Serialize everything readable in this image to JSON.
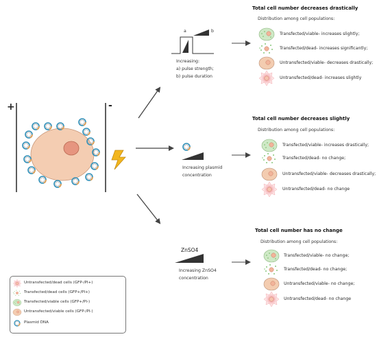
{
  "electrodes": {
    "plus": "+",
    "minus": "-"
  },
  "top": {
    "label_a": "a",
    "label_b": "b",
    "increasing": "Increasing:",
    "pulse_strength": "a) pulse strength;",
    "pulse_duration": "b) pulse duration",
    "heading": "Total cell number decreases drastically",
    "subheading": "Distribution among cell populations:",
    "rows": [
      "Transfected/viable- increases slightly;",
      "Transfected/dead- increases significantly;",
      "Untransfected/viable- decreases drastically;",
      "Untransfected/dead- increases slightly"
    ]
  },
  "middle": {
    "line1": "Increasing plasmid",
    "line2": "concentration",
    "heading": "Total cell number decreases slightly",
    "subheading": "Distribution among cell populations:",
    "rows": [
      "Transfected/viable- increases drastically;",
      "Transfected/dead- no change;",
      "Untransfected/viable- decreases drastically;",
      "Untransfected/dead- no change"
    ]
  },
  "bottom": {
    "znso4": "ZnSO4",
    "line1": "Increasing ZnSO4",
    "line2": "concentration",
    "heading": "Total cell number has no change",
    "subheading": "Distribution among cell populations:",
    "rows": [
      "Transfected/viable- no change;",
      "Transfected/dead- no change;",
      "Untransfected/viable- no change;",
      "Untransfected/dead- no change"
    ]
  },
  "legend": {
    "items": [
      "Untransfected/dead cells (GFP-/PI+)",
      "Transfected/dead cells (GFP+/PI+)",
      "Transfected/viable cells (GFP+/PI-)",
      "Untransfected/viable cells (GFP-/PI-)",
      "Plasmid DNA"
    ]
  },
  "colors": {
    "transfected_viable": "#cfe9c6",
    "transfected_dead_dots": "#86c779",
    "untransfected_viable": "#f3ccb0",
    "untransfected_dead": "#f6b7ba",
    "cell_body": "#f4cdb2",
    "nucleus": "#e6957f",
    "bolt": "#f2b61e",
    "arrow": "#444444"
  }
}
